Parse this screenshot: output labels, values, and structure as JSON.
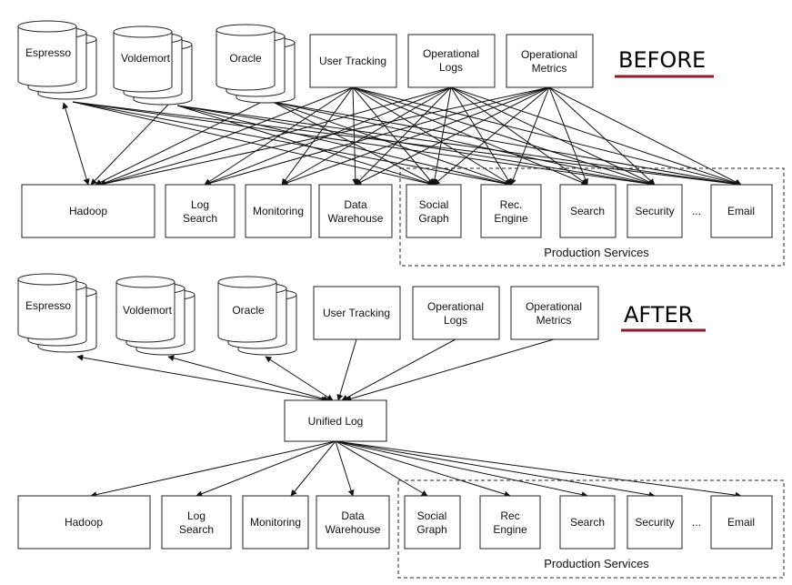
{
  "colors": {
    "heading_underline": "#8b1c2b",
    "stroke": "#111111",
    "background": "#ffffff"
  },
  "before": {
    "heading": "BEFORE",
    "stores": {
      "espresso": "Espresso",
      "voldemort": "Voldemort",
      "oracle": "Oracle"
    },
    "sources": {
      "user_tracking": "User Tracking",
      "operational_logs": [
        "Operational",
        "Logs"
      ],
      "operational_metrics": [
        "Operational",
        "Metrics"
      ]
    },
    "consumers": {
      "hadoop": "Hadoop",
      "log_search": [
        "Log",
        "Search"
      ],
      "monitoring": "Monitoring",
      "data_warehouse": [
        "Data",
        "Warehouse"
      ],
      "social_graph": [
        "Social",
        "Graph"
      ],
      "rec_engine": [
        "Rec.",
        "Engine"
      ],
      "search": "Search",
      "security": "Security",
      "ellipsis": "...",
      "email": "Email"
    },
    "production_services": "Production Services"
  },
  "after": {
    "heading": "AFTER",
    "stores": {
      "espresso": "Espresso",
      "voldemort": "Voldemort",
      "oracle": "Oracle"
    },
    "sources": {
      "user_tracking": "User Tracking",
      "operational_logs": [
        "Operational",
        "Logs"
      ],
      "operational_metrics": [
        "Operational",
        "Metrics"
      ]
    },
    "unified_log": "Unified Log",
    "consumers": {
      "hadoop": "Hadoop",
      "log_search": [
        "Log",
        "Search"
      ],
      "monitoring": "Monitoring",
      "data_warehouse": [
        "Data",
        "Warehouse"
      ],
      "social_graph": [
        "Social",
        "Graph"
      ],
      "rec_engine": [
        "Rec",
        "Engine"
      ],
      "search": "Search",
      "security": "Security",
      "ellipsis": "...",
      "email": "Email"
    },
    "production_services": "Production Services"
  }
}
